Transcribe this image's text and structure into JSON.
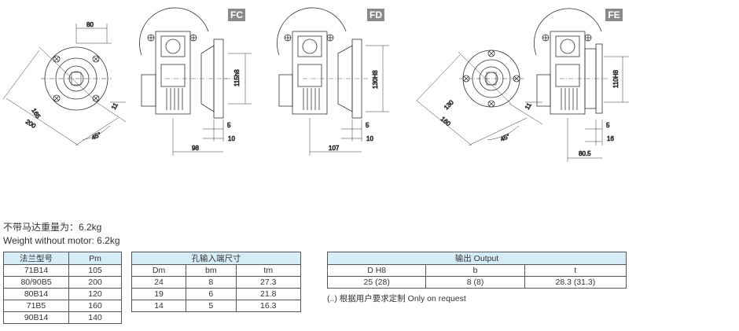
{
  "badges": [
    "FC",
    "FD",
    "FE"
  ],
  "dims": {
    "d80": "80",
    "d165": "165",
    "d200": "200",
    "d11a": "11",
    "d45a": "45°",
    "d115h8": "115h8",
    "d5a": "5",
    "d10a": "10",
    "d98": "98",
    "d130h8": "130H8",
    "d5b": "5",
    "d10b": "10",
    "d107": "107",
    "d130": "130",
    "d160": "160",
    "d11b": "11",
    "d45b": "45°",
    "d110h8": "110H8",
    "d5c": "5",
    "d16": "16",
    "d805": "80.5"
  },
  "weight": {
    "cn": "不带马达重量为：6.2kg",
    "en": "Weight without motor: 6.2kg"
  },
  "table1": {
    "headers": [
      "法兰型号",
      "Pm"
    ],
    "rows": [
      [
        "71B14",
        "105"
      ],
      [
        "80/90B5",
        "200"
      ],
      [
        "80B14",
        "120"
      ],
      [
        "71B5",
        "160"
      ],
      [
        "90B14",
        "140"
      ]
    ]
  },
  "table2": {
    "title": "孔输入端尺寸",
    "headers": [
      "Dm",
      "bm",
      "tm"
    ],
    "rows": [
      [
        "24",
        "8",
        "27.3"
      ],
      [
        "19",
        "6",
        "21.8"
      ],
      [
        "14",
        "5",
        "16.3"
      ]
    ]
  },
  "table3": {
    "title": "输出 Output",
    "headers": [
      "D H8",
      "b",
      "t"
    ],
    "rows": [
      [
        "25 (28)",
        "8 (8)",
        "28.3 (31.3)"
      ]
    ]
  },
  "note": "(..) 根据用户要求定制 Only on request"
}
